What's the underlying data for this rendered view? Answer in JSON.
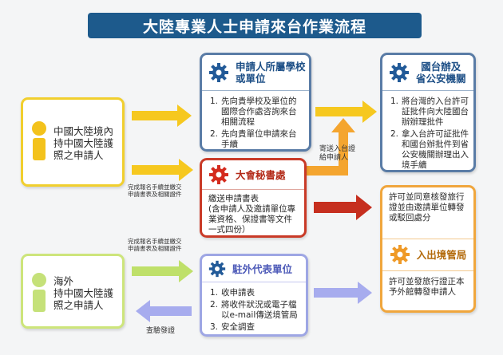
{
  "title": "大陸專業人士申請來台作業流程",
  "applicant_mainland": {
    "lines": [
      "中國大陸境內",
      "持中國大陸護",
      "照之申請人"
    ]
  },
  "applicant_overseas": {
    "lines": [
      "海外",
      "持中國大陸護",
      "照之申請人"
    ]
  },
  "school_unit": {
    "title_lines": [
      "申請人所屬學校",
      "或單位"
    ],
    "items": [
      {
        "num": "1.",
        "text": "先向貴學校及單位的國際合作處咨詢來台相關流程"
      },
      {
        "num": "2.",
        "text": "先向貴單位申請來台手續"
      }
    ]
  },
  "taiwan_office": {
    "title_lines": [
      "國台辦及",
      "省公安機關"
    ],
    "items": [
      {
        "num": "1.",
        "text": "將台灣的入台許可証批件向大陸國台辦辦理批件"
      },
      {
        "num": "2.",
        "text": "拿入台許可証批件和國台辦批件到省公安機關辦理出入境手續"
      }
    ]
  },
  "secretariat": {
    "title": "大會秘書處",
    "body_heading": "繳送申請書表",
    "body_lines": [
      "(含申請人及邀請單位專",
      "業資格、保證書等文件",
      "一式四份）"
    ]
  },
  "immigration": {
    "top_text": "許可並同意核發旅行證並由邀請單位轉發或駁回處分",
    "title": "入出境管局",
    "bottom_text": "許可並發旅行證正本予外館轉發申請人"
  },
  "overseas_unit": {
    "title": "駐外代表單位",
    "items": [
      {
        "num": "1.",
        "text": "收申請表"
      },
      {
        "num": "2.",
        "text": "將收件狀況或電子檔以e-mail傳送境管局"
      },
      {
        "num": "3.",
        "text": "安全調查"
      }
    ]
  },
  "labels": {
    "send_entry": [
      "寄送入台證",
      "給申請人"
    ],
    "complete_submit_1": [
      "完成報名手續並繳交",
      "申請書表及相關證件"
    ],
    "complete_submit_2": [
      "完成報名手續並繳交",
      "申請書表及相關證件"
    ],
    "verify_issue": "查驗發證"
  },
  "colors": {
    "title_bg": "#1d5a8c",
    "blue_box": "#5a7ca6",
    "red_box": "#c93a27",
    "yellow_box": "#f1cf2e",
    "green_box": "#cde57b",
    "purple_box": "#9ea6e4",
    "orange_box": "#f0a63d",
    "yellow_arrow": "#f6c81f",
    "red_arrow": "#c62f1f",
    "green_arrow": "#bfe06a",
    "purple_arrow": "#a7acee",
    "orange_arrow": "#f4a52f",
    "blue_icon": "#225a98",
    "red_icon": "#d42b1e",
    "orange_icon": "#ef9a28",
    "person_yellow": "#f3c21c",
    "person_green": "#c5e179"
  }
}
